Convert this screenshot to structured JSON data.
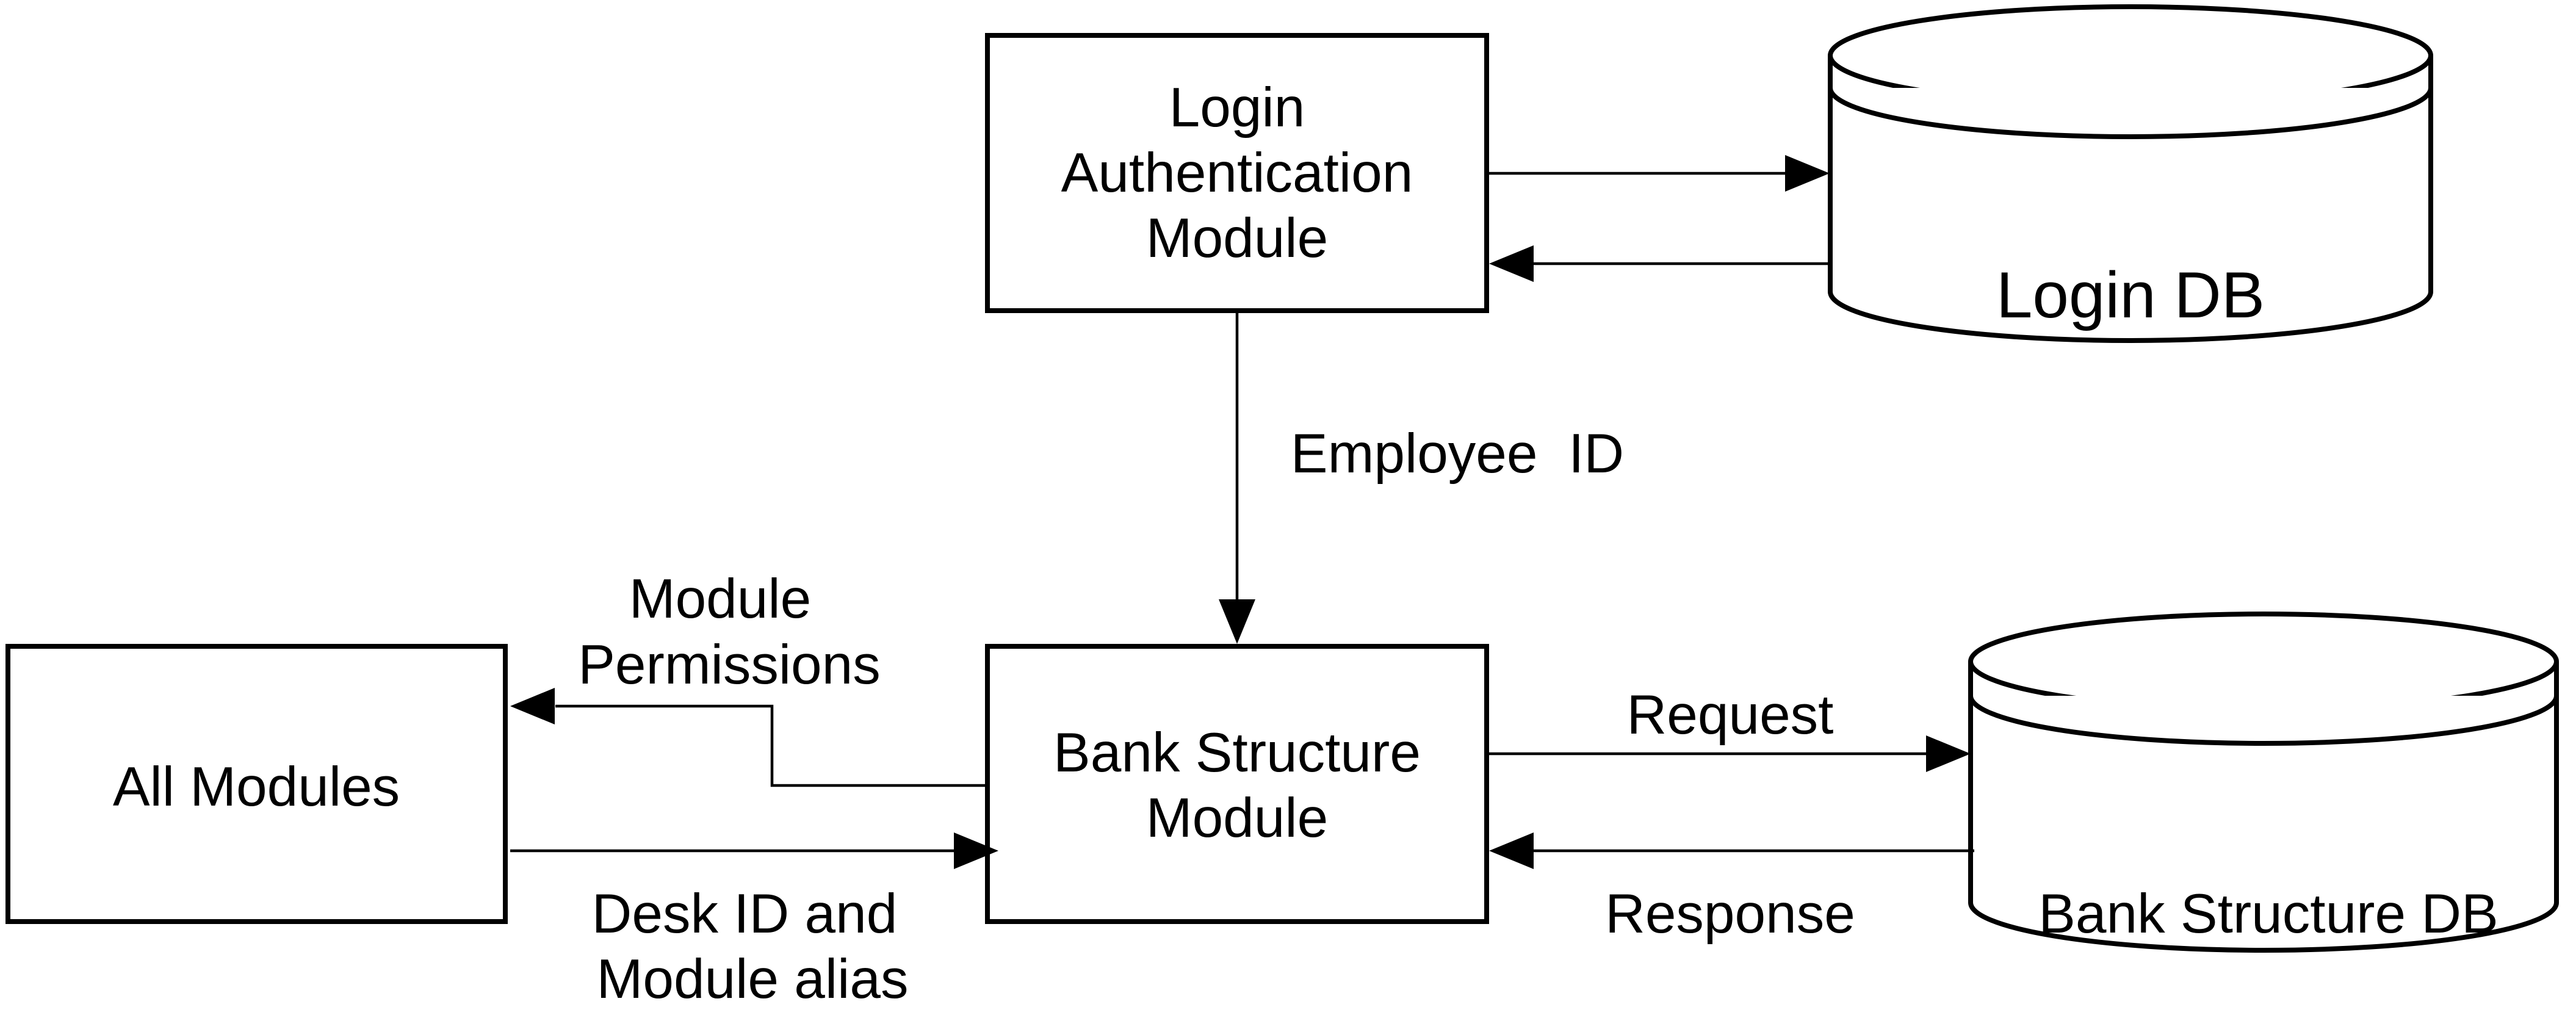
{
  "nodes": {
    "login_module": {
      "lines": [
        "Login",
        "Authentication",
        "Module"
      ]
    },
    "bank_module": {
      "lines": [
        "Bank Structure",
        "Module"
      ]
    },
    "all_modules": {
      "lines": [
        "All Modules"
      ]
    },
    "login_db": {
      "label": "Login DB"
    },
    "bank_db": {
      "label": "Bank Structure DB"
    }
  },
  "edges": {
    "employee_id": {
      "lines": [
        "Employee  ID"
      ]
    },
    "module_permissions": {
      "lines": [
        "Module",
        "Permissions"
      ]
    },
    "desk_id": {
      "lines": [
        "Desk ID and",
        "Module alias"
      ]
    },
    "request": {
      "lines": [
        "Request"
      ]
    },
    "response": {
      "lines": [
        "Response"
      ]
    }
  }
}
